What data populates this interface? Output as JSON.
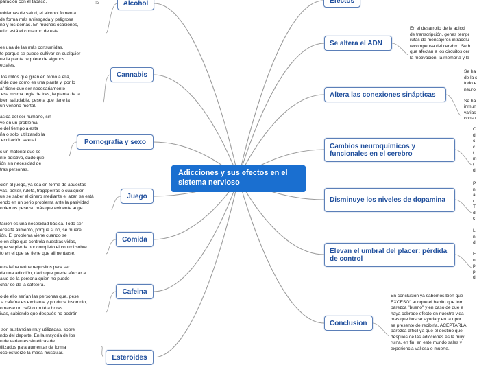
{
  "central": "Adicciones y sus efectos en el sistema nervioso",
  "left_topics": [
    {
      "label": "Alcohol",
      "note": "paración con el tabaco.\n\nroblemas de salud, el alcohol fomenta\nde forma más arriesgada y peligrosa\nno y los demás. En muchas ocasiones,\nelito está el consumo de esta"
    },
    {
      "label": "Cannabis",
      "note": "es una de las más consumidas,\nte porque se puede cultivar en cualquier\nue la planta requiere de algunos\neciales.\n\n los mitos que giran en torno a ella,\nd de que como es una planta y, por lo\nal' tiene que ser necesariamente\n esa misma regla de tres, la planta de la\nbién saludable, pese a que tiene la\nun veneno mortal."
    },
    {
      "label": "Pornografia y sexo",
      "note": "ásica del ser humano, sin\nve en un problema\ne del tiempo a esta\nña o solo, utilizando la\n excitación sexual.\n\ns un material que se\nnte adictivo, dado que\nión sin necesidad de\ntras personas."
    },
    {
      "label": "Juego",
      "note": "ción al juego, ya sea en forma de apuestas\nvas, póker, ruleta, tragaperras o cualquier\nue se saber el dinero mediante el azar, se está\nendo en un serio problema ante la pasividad\nobiernos pese su más que evidente auge."
    },
    {
      "label": "Comida",
      "note": "tación es una necesidad básica. Todo ser\necesita alimento, porque si no, se muere\nión. El problema viene cuando se\ne en algo que controla nuestras vidas,\nque se pierda por completo el control sobre\nto en el que se tiene que alimentarse."
    },
    {
      "label": "Cafeina",
      "note": "e cafeína reúne requisitos para ser\nda una adicción, dado que puede afectar a\nalud de la persona quien no puede\nchar se de la cafetera.\n\no de ello serían las personas que, pese\n a cafeína es excitante y produce insomnio,\nomarse un café o un té a horas\nivas, sabiendo que después no podrán"
    },
    {
      "label": "Esteroides",
      "note": " son sustancias muy utilizadas, sobre\nndo del deporte. En la mayoría de los\nn de variantes sintéticas de\ntilizados para aumentar de forma\noco esfuerzo la masa muscular."
    }
  ],
  "right_topics": [
    {
      "label": "Efectos",
      "note": ""
    },
    {
      "label": "Se altera el ADN",
      "note": "En el desarrollo de la adicci\nde transcripción, genes tempr\nrutas de mensajeros intracelu\nrecompensa del cerebro. Se h\nque afectan a los circuitos cer\nla motivación, la memoria y la"
    },
    {
      "label": "Altera las conexiones sinápticas",
      "note": "Se ha\nde la s\ntodo e\nneuro\n\nSe ha\ninmun\nvarias\nconsu"
    },
    {
      "label": "Cambios neuroquímicos y funcionales en el cerebro",
      "note": "C\nd\nc\nc\n(\nm\n(\nd"
    },
    {
      "label": "Disminuye los niveles de dopamina",
      "note": "P\nn\ná\nr\nT\nd\nc"
    },
    {
      "label": "Elevan el umbral del placer: pérdida de control",
      "note": "L\nn\nd\n\nE\nn\np\np\nd"
    },
    {
      "label": "Conclusion",
      "note": "En conclusión ya sabemos bien que\nEXCESO\" aunque el habito que tom\nparezca \"bueno\" y en caso de que e\nhaya cobrado efecto en nuestra vida\nmas que buscar ayuda y en la opor\nse presente de recibirla, ACEPTARLA\nparezca difícil ya que el destino que\ndespués de las adicciones es la muy\nruina, en fin, en este mundo sales v\nexperiencia valiosa o muerte."
    }
  ],
  "colors": {
    "central_fill": "#1a6fd0",
    "node_border": "#5b7fb8",
    "node_text": "#1f4e9c",
    "link": "#9b9b9b"
  }
}
